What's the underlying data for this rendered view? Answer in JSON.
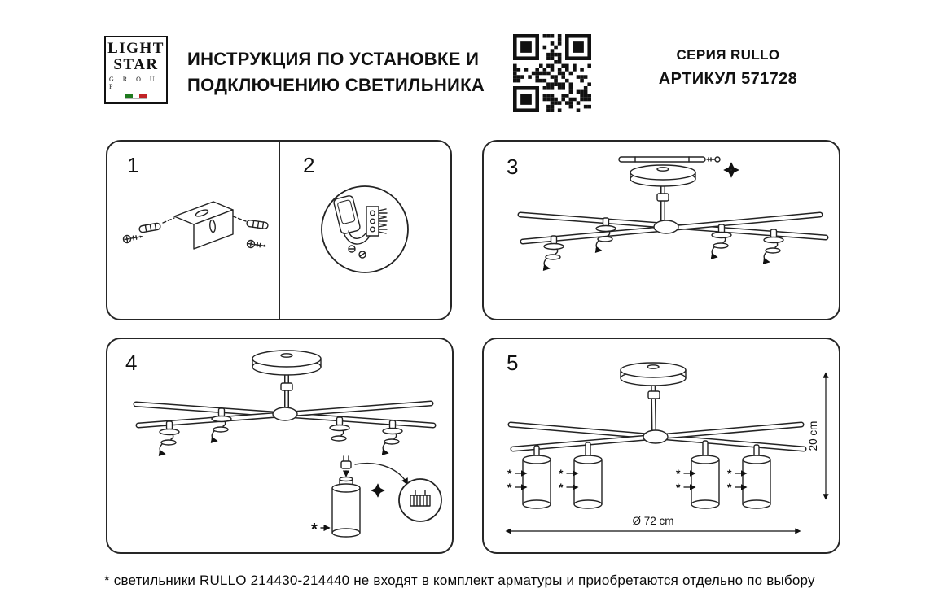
{
  "header": {
    "logo": {
      "line1": "LIGHT",
      "line2": "STAR",
      "line3": "G R O U P"
    },
    "title_line1": "ИНСТРУКЦИЯ ПО УСТАНОВКЕ И",
    "title_line2": "ПОДКЛЮЧЕНИЮ СВЕТИЛЬНИКА",
    "series": "СЕРИЯ RULLO",
    "article": "АРТИКУЛ 571728"
  },
  "steps": {
    "s1": "1",
    "s2": "2",
    "s3": "3",
    "s4": "4",
    "s5": "5"
  },
  "annotations": {
    "asterisk": "*",
    "diameter": "Ø 72 cm",
    "height": "20 cm"
  },
  "footer": {
    "note": "* светильники RULLO 214430-214440 не входят в комплект арматуры и приобретаются отдельно по выбору"
  },
  "colors": {
    "ink": "#111111",
    "line": "#232323",
    "flag_green": "#1e7a1e",
    "flag_red": "#c22326"
  }
}
